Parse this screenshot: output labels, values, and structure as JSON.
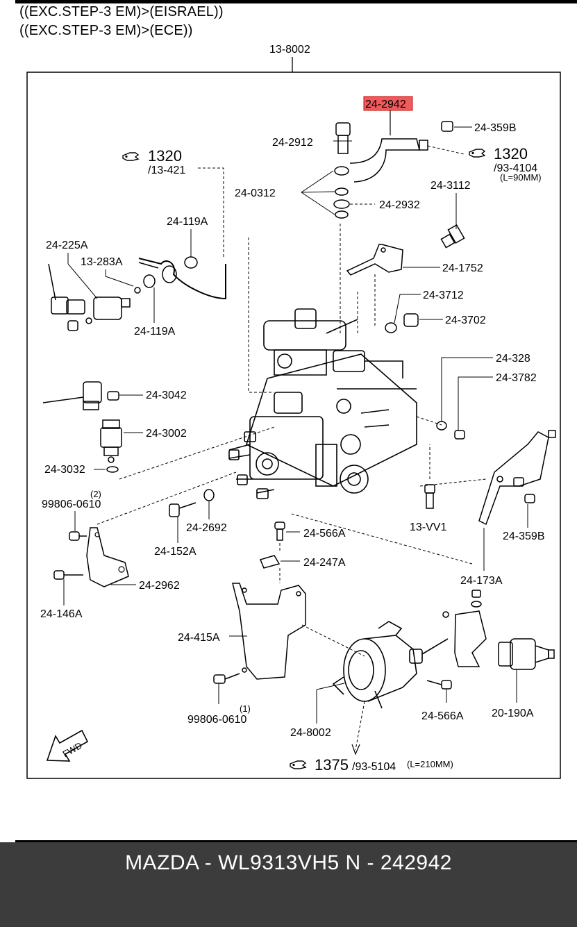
{
  "header": {
    "line1": "((EXC.STEP-3 EM)>(EISRAEL))",
    "line2": "((EXC.STEP-3 EM)>(ECE))"
  },
  "diagram": {
    "frame_label": "13-8002",
    "highlight_color": "#f15a5a",
    "parts": {
      "p_24_2942": "24-2942",
      "p_24_2912": "24-2912",
      "p_24_359B_top": "24-359B",
      "p_24_0312": "24-0312",
      "p_24_2932": "24-2932",
      "p_24_3112": "24-3112",
      "p_24_119A_top": "24-119A",
      "p_24_225A": "24-225A",
      "p_13_283A": "13-283A",
      "p_24_119A_bottom": "24-119A",
      "p_24_1752": "24-1752",
      "p_24_3712": "24-3712",
      "p_24_3702": "24-3702",
      "p_24_328": "24-328",
      "p_24_3782": "24-3782",
      "p_24_3042": "24-3042",
      "p_24_3002": "24-3002",
      "p_24_3032": "24-3032",
      "p_99806_0610_top": "99806-0610",
      "p_qty_2": "(2)",
      "p_24_2692": "24-2692",
      "p_24_152A": "24-152A",
      "p_13_VV1": "13-VV1",
      "p_24_359B_right": "24-359B",
      "p_24_566A_top": "24-566A",
      "p_24_247A": "24-247A",
      "p_24_2962": "24-2962",
      "p_24_146A": "24-146A",
      "p_24_173A": "24-173A",
      "p_24_415A": "24-415A",
      "p_qty_1": "(1)",
      "p_99806_0610_bottom": "99806-0610",
      "p_24_8002": "24-8002",
      "p_24_566A_bottom": "24-566A",
      "p_20_190A": "20-190A"
    },
    "refs": {
      "ref_left_num": "1320",
      "ref_left_sub": "/13-421",
      "ref_right_num": "1320",
      "ref_right_sub": "/93-4104",
      "ref_right_len": "(L=90MM)",
      "ref_bottom_num": "1375",
      "ref_bottom_sub": "/93-5104",
      "ref_bottom_len": "(L=210MM)"
    },
    "fwd": "FWD"
  },
  "footer": {
    "caption": "MAZDA - WL9313VH5   N - 242942"
  }
}
